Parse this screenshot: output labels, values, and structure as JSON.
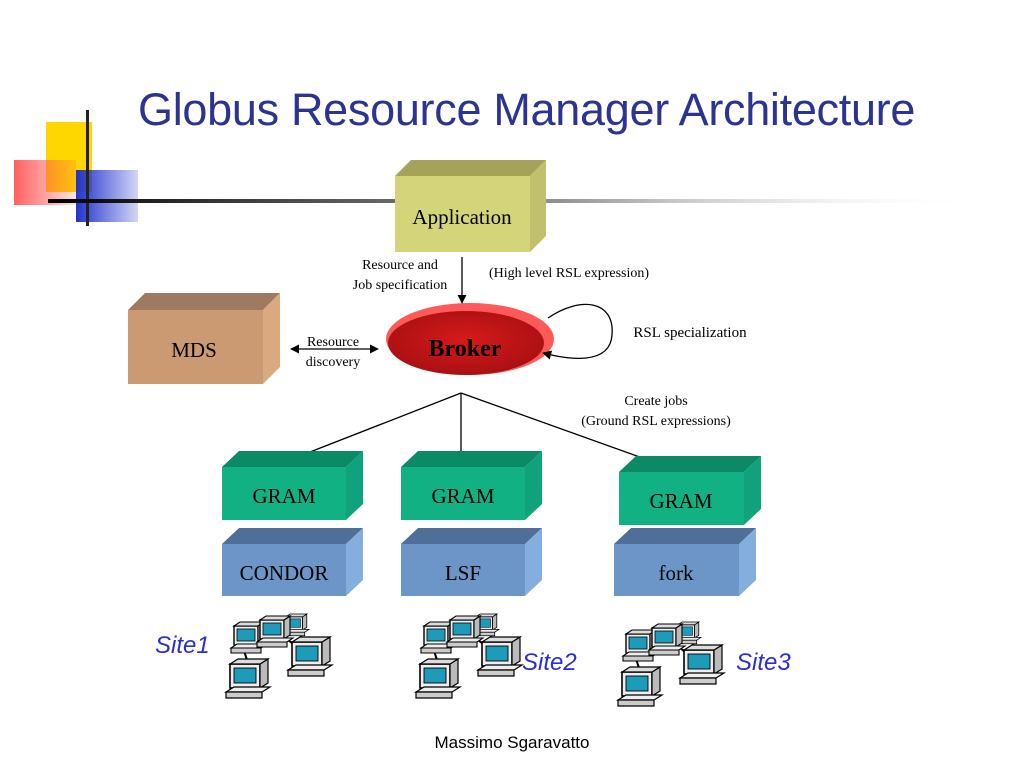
{
  "slide": {
    "title": "Globus Resource Manager Architecture",
    "footer": "Massimo Sgaravatto"
  },
  "nodes": {
    "application": "Application",
    "broker": "Broker",
    "mds": "MDS",
    "gram_1": "GRAM",
    "gram_2": "GRAM",
    "gram_3": "GRAM",
    "scheduler_1": "CONDOR",
    "scheduler_2": "LSF",
    "scheduler_3": "fork"
  },
  "edge_labels": {
    "resource_job_spec_line1": "Resource and",
    "resource_job_spec_line2": "Job specification",
    "high_level_rsl": "(High level RSL expression)",
    "rsl_specialization": "RSL specialization",
    "resource_discovery_line1": "Resource",
    "resource_discovery_line2": "discovery",
    "create_jobs_line1": "Create jobs",
    "create_jobs_line2": "(Ground RSL expressions)"
  },
  "sites": [
    "Site1",
    "Site2",
    "Site3"
  ],
  "colors": {
    "title": "#2c3491",
    "application": "#d4d47a",
    "broker": "#c4141a",
    "mds": "#cc9a72",
    "gram": "#12b184",
    "scheduler": "#6d96c8",
    "site_label": "#2a2fd0"
  },
  "icons": [
    "logo-squares-icon",
    "computer-cluster-icon"
  ]
}
